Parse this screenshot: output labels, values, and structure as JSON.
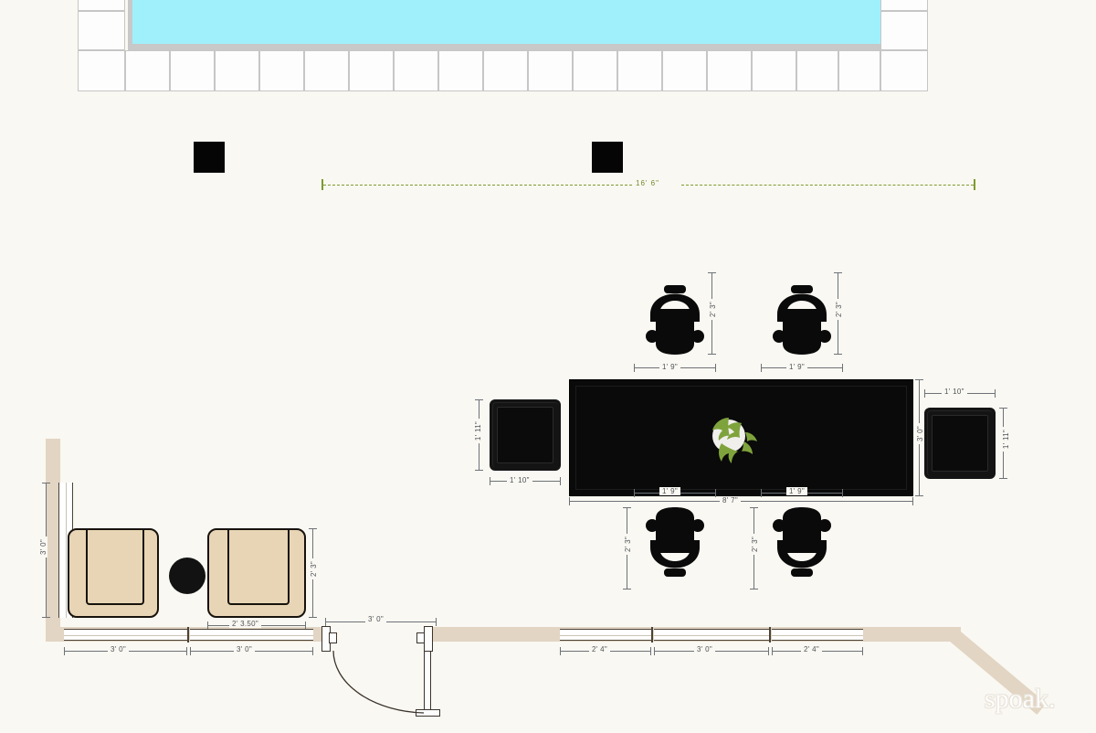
{
  "document": {
    "type": "floor-plan",
    "watermark": "spoak.",
    "background_color": "#faf8f2"
  },
  "palette": {
    "background": "#faf8f2",
    "pool_water": "#a0f0fb",
    "pool_coping": "#c8c8c8",
    "tile_fill": "#fdfdfd",
    "tile_stroke": "#c6c6c6",
    "wall": "#e2d5c3",
    "furniture_black": "#0a0a0a",
    "armchair_fill": "#e8d5b5",
    "armchair_stroke": "#17120c",
    "dimension_gray": "#6d7278",
    "dimension_green": "#7d9b2f",
    "plant_green": "#7fa33c",
    "window_white": "#ffffff"
  },
  "pool": {
    "name": "swimming-pool",
    "water_label": "pool-water",
    "coping_label": "pool-coping",
    "deck_tiles_bottom_row": 18,
    "deck_tiles_left_column": 2,
    "deck_tiles_right_column": 2
  },
  "dimensions": {
    "overall_green": {
      "label": "16'  6\"",
      "orientation": "horizontal"
    },
    "table": {
      "width": "8' 7\"",
      "depth": "3' 0\""
    },
    "chairs": [
      {
        "name": "chair-top-left",
        "width": "1' 9\"",
        "depth": "2' 3\""
      },
      {
        "name": "chair-top-right",
        "width": "1' 9\"",
        "depth": "2' 3\""
      },
      {
        "name": "chair-bottom-left",
        "width": "1' 9\"",
        "depth": "2' 3\""
      },
      {
        "name": "chair-bottom-right",
        "width": "1' 9\"",
        "depth": "2' 3\""
      }
    ],
    "ottoman_left": {
      "width": "1' 10\"",
      "height": "1' 11\""
    },
    "ottoman_right": {
      "width": "1' 10\"",
      "height": "1' 11\""
    },
    "armchair_right": {
      "width": "2' 3.50\"",
      "depth": "2' 3\""
    },
    "window_left_wall": "3' 0\"",
    "windows_bottom_left": [
      "3' 0\"",
      "3' 0\""
    ],
    "door": "3' 0\"",
    "windows_bottom_right": [
      "2' 4\"",
      "3' 0\"",
      "2' 4\""
    ]
  },
  "furniture": {
    "dining_table": {
      "name": "dining-table",
      "shape": "rectangle",
      "color": "#0a0a0a"
    },
    "dining_chairs": {
      "count": 4,
      "color": "#0a0a0a",
      "style": "arm-chair-round-back"
    },
    "ottomans": {
      "count": 2,
      "color": "#141414",
      "shape": "square"
    },
    "armchairs": {
      "count": 2,
      "color": "#e8d5b5",
      "shape": "square-lounge"
    },
    "side_table_round": {
      "name": "round-side-table",
      "color": "#121212"
    },
    "planters": {
      "count": 2,
      "color": "#050505",
      "shape": "square"
    },
    "centerpiece": {
      "name": "monstera-plant",
      "pot_color": "#f2f2f2",
      "leaf_color": "#7fa33c"
    }
  }
}
